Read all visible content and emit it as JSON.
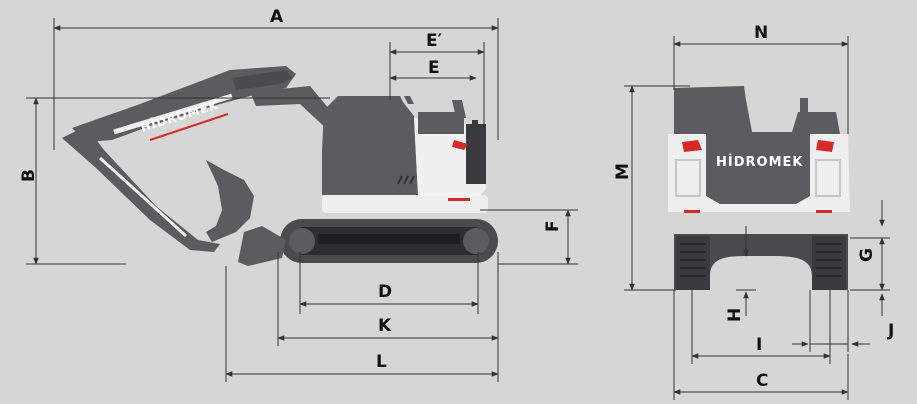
{
  "brand": {
    "name": "HİDROMEK"
  },
  "dimensions": {
    "A": "A",
    "B": "B",
    "C": "C",
    "D": "D",
    "E": "E",
    "E_prime": "E′",
    "F": "F",
    "G": "G",
    "H": "H",
    "I": "I",
    "J": "J",
    "K": "K",
    "L": "L",
    "M": "M",
    "N": "N"
  },
  "colors": {
    "background": "#d6d6d6",
    "body": "#5b5b60",
    "dark": "#3a3a3e",
    "accent_red": "#d62a2a",
    "white": "#f2f2f2"
  }
}
